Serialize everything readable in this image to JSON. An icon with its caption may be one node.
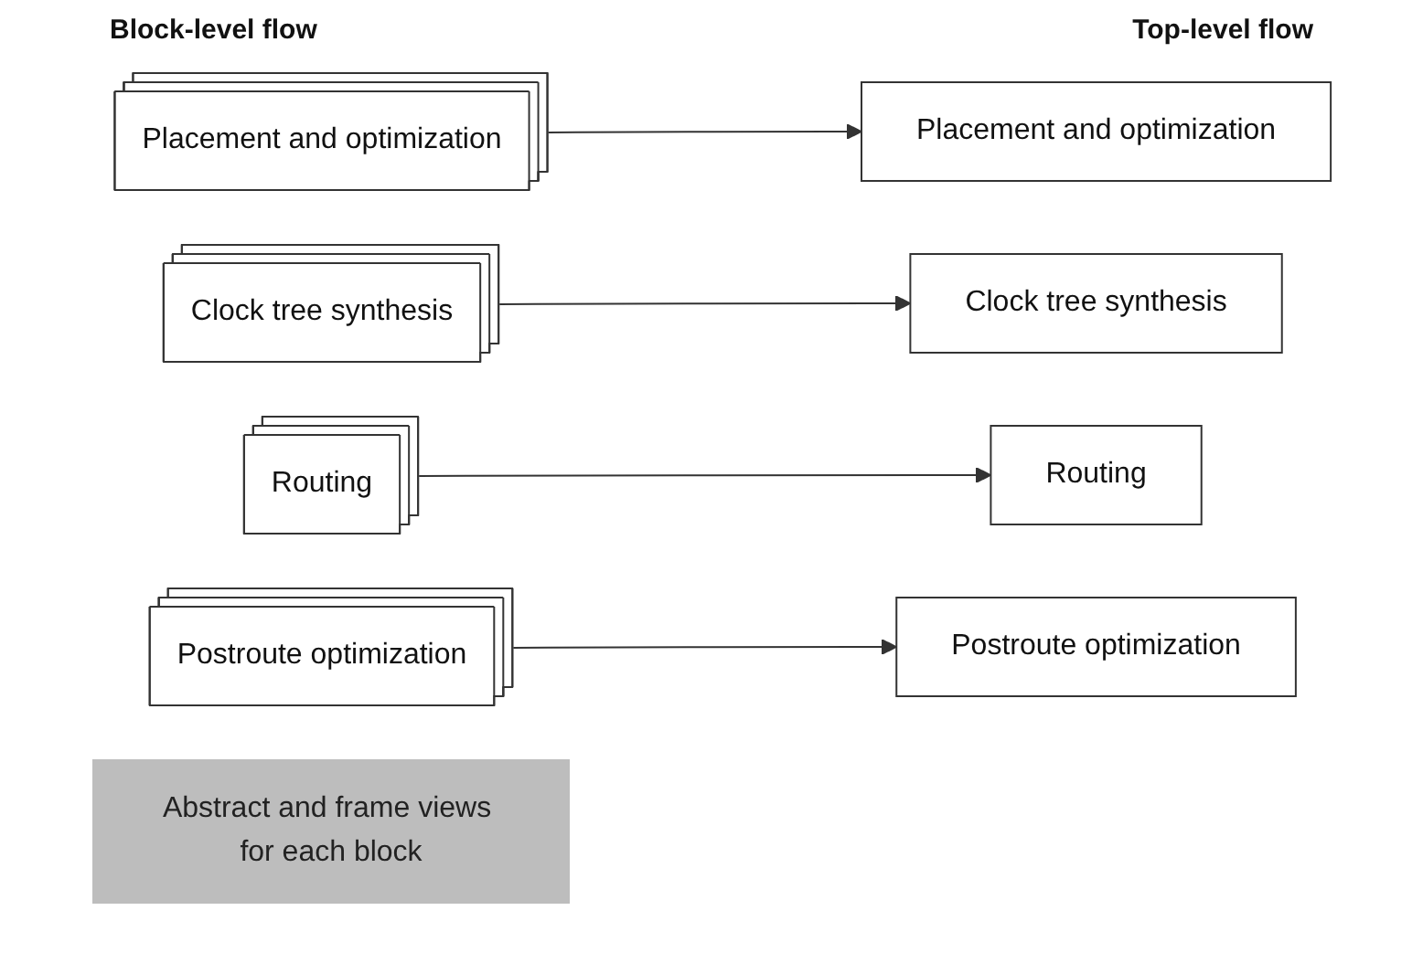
{
  "diagram": {
    "nodes": [
      {
        "text": [
          "Placement and optimization"
        ]
      },
      {
        "text": [
          "Clock tree synthesis"
        ]
      },
      {
        "text": [
          "Routing"
        ]
      },
      {
        "text": [
          "Postroute optimization"
        ]
      },
      {
        "text": [
          "Abstract and frame views for each block"
        ]
      },
      {
        "text": [
          "Placement and optimization"
        ]
      },
      {
        "text": [
          "Clock tree synthesis"
        ]
      },
      {
        "text": [
          "Routing"
        ]
      },
      {
        "text": [
          "Postroute optimization"
        ]
      }
    ],
    "edges": [
      {
        "from": 0,
        "to": 5,
        "arrow": "to"
      },
      {
        "from": 1,
        "to": 6,
        "arrow": "to"
      },
      {
        "from": 2,
        "to": 7,
        "arrow": "to"
      },
      {
        "from": 3,
        "to": 8,
        "arrow": "to"
      }
    ],
    "labels": [
      "Block-level flow",
      "Top-level flow"
    ]
  }
}
